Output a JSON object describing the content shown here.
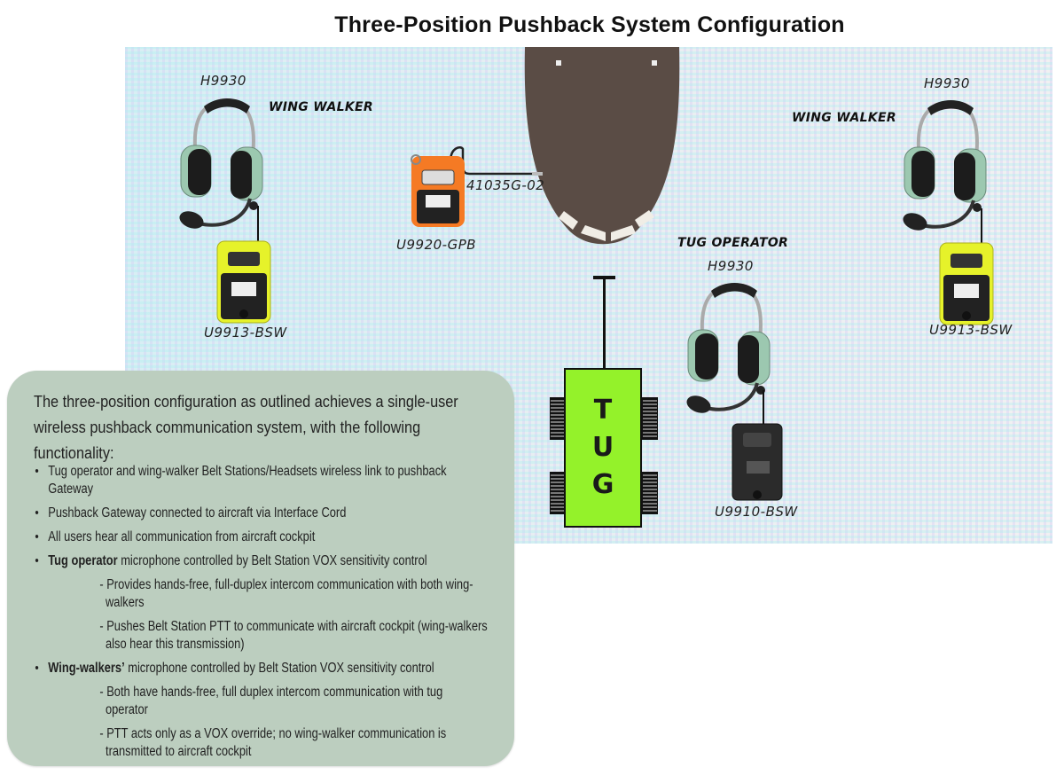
{
  "title": "Three-Position Pushback System Configuration",
  "scene": {
    "roles": {
      "wing_walker_left": "WING WALKER",
      "wing_walker_right": "WING WALKER",
      "tug_operator": "TUG OPERATOR"
    },
    "labels": {
      "headset_left": "H9930",
      "headset_right": "H9930",
      "headset_tug": "H9930",
      "belt_station_left": "U9913-BSW",
      "belt_station_right": "U9913-BSW",
      "belt_station_tug": "U9910-BSW",
      "gateway": "U9920-GPB",
      "interface_cord": "41035G-02"
    },
    "tug_label": "TUG",
    "colors": {
      "aircraft": "#5a4c45",
      "tug": "#94f22a",
      "gateway": "#f57a24",
      "belt_station_wing": "#e6f22a",
      "belt_station_tug": "#2b2b2b",
      "headset_cup": "#9cc8b0",
      "textbox": "#bccebf"
    }
  },
  "description": {
    "intro": "The three-position configuration as outlined achieves a single-user wireless pushback communication system, with the following functionality:",
    "items": [
      {
        "type": "bullet",
        "bold": "",
        "text": "Tug operator and wing-walker Belt Stations/Headsets wireless link to pushback Gateway"
      },
      {
        "type": "bullet",
        "bold": "",
        "text": "Pushback Gateway connected to aircraft via Interface Cord"
      },
      {
        "type": "bullet",
        "bold": "",
        "text": "All users hear all communication from aircraft cockpit"
      },
      {
        "type": "bullet",
        "bold": "Tug operator",
        "text": " microphone controlled by Belt Station VOX sensitivity control"
      },
      {
        "type": "sub",
        "bold": "",
        "text": "- Provides hands-free, full-duplex intercom communication with both wing-walkers"
      },
      {
        "type": "sub",
        "bold": "",
        "text": "- Pushes Belt Station PTT to communicate with aircraft cockpit (wing-walkers also hear this transmission)"
      },
      {
        "type": "bullet",
        "bold": "Wing-walkers’",
        "text": " microphone controlled by Belt Station VOX sensitivity control"
      },
      {
        "type": "sub",
        "bold": "",
        "text": "- Both have hands-free, full duplex intercom communication with tug operator"
      },
      {
        "type": "sub",
        "bold": "",
        "text": "- PTT acts only as a VOX override; no wing-walker communication is transmitted to aircraft cockpit"
      }
    ]
  }
}
